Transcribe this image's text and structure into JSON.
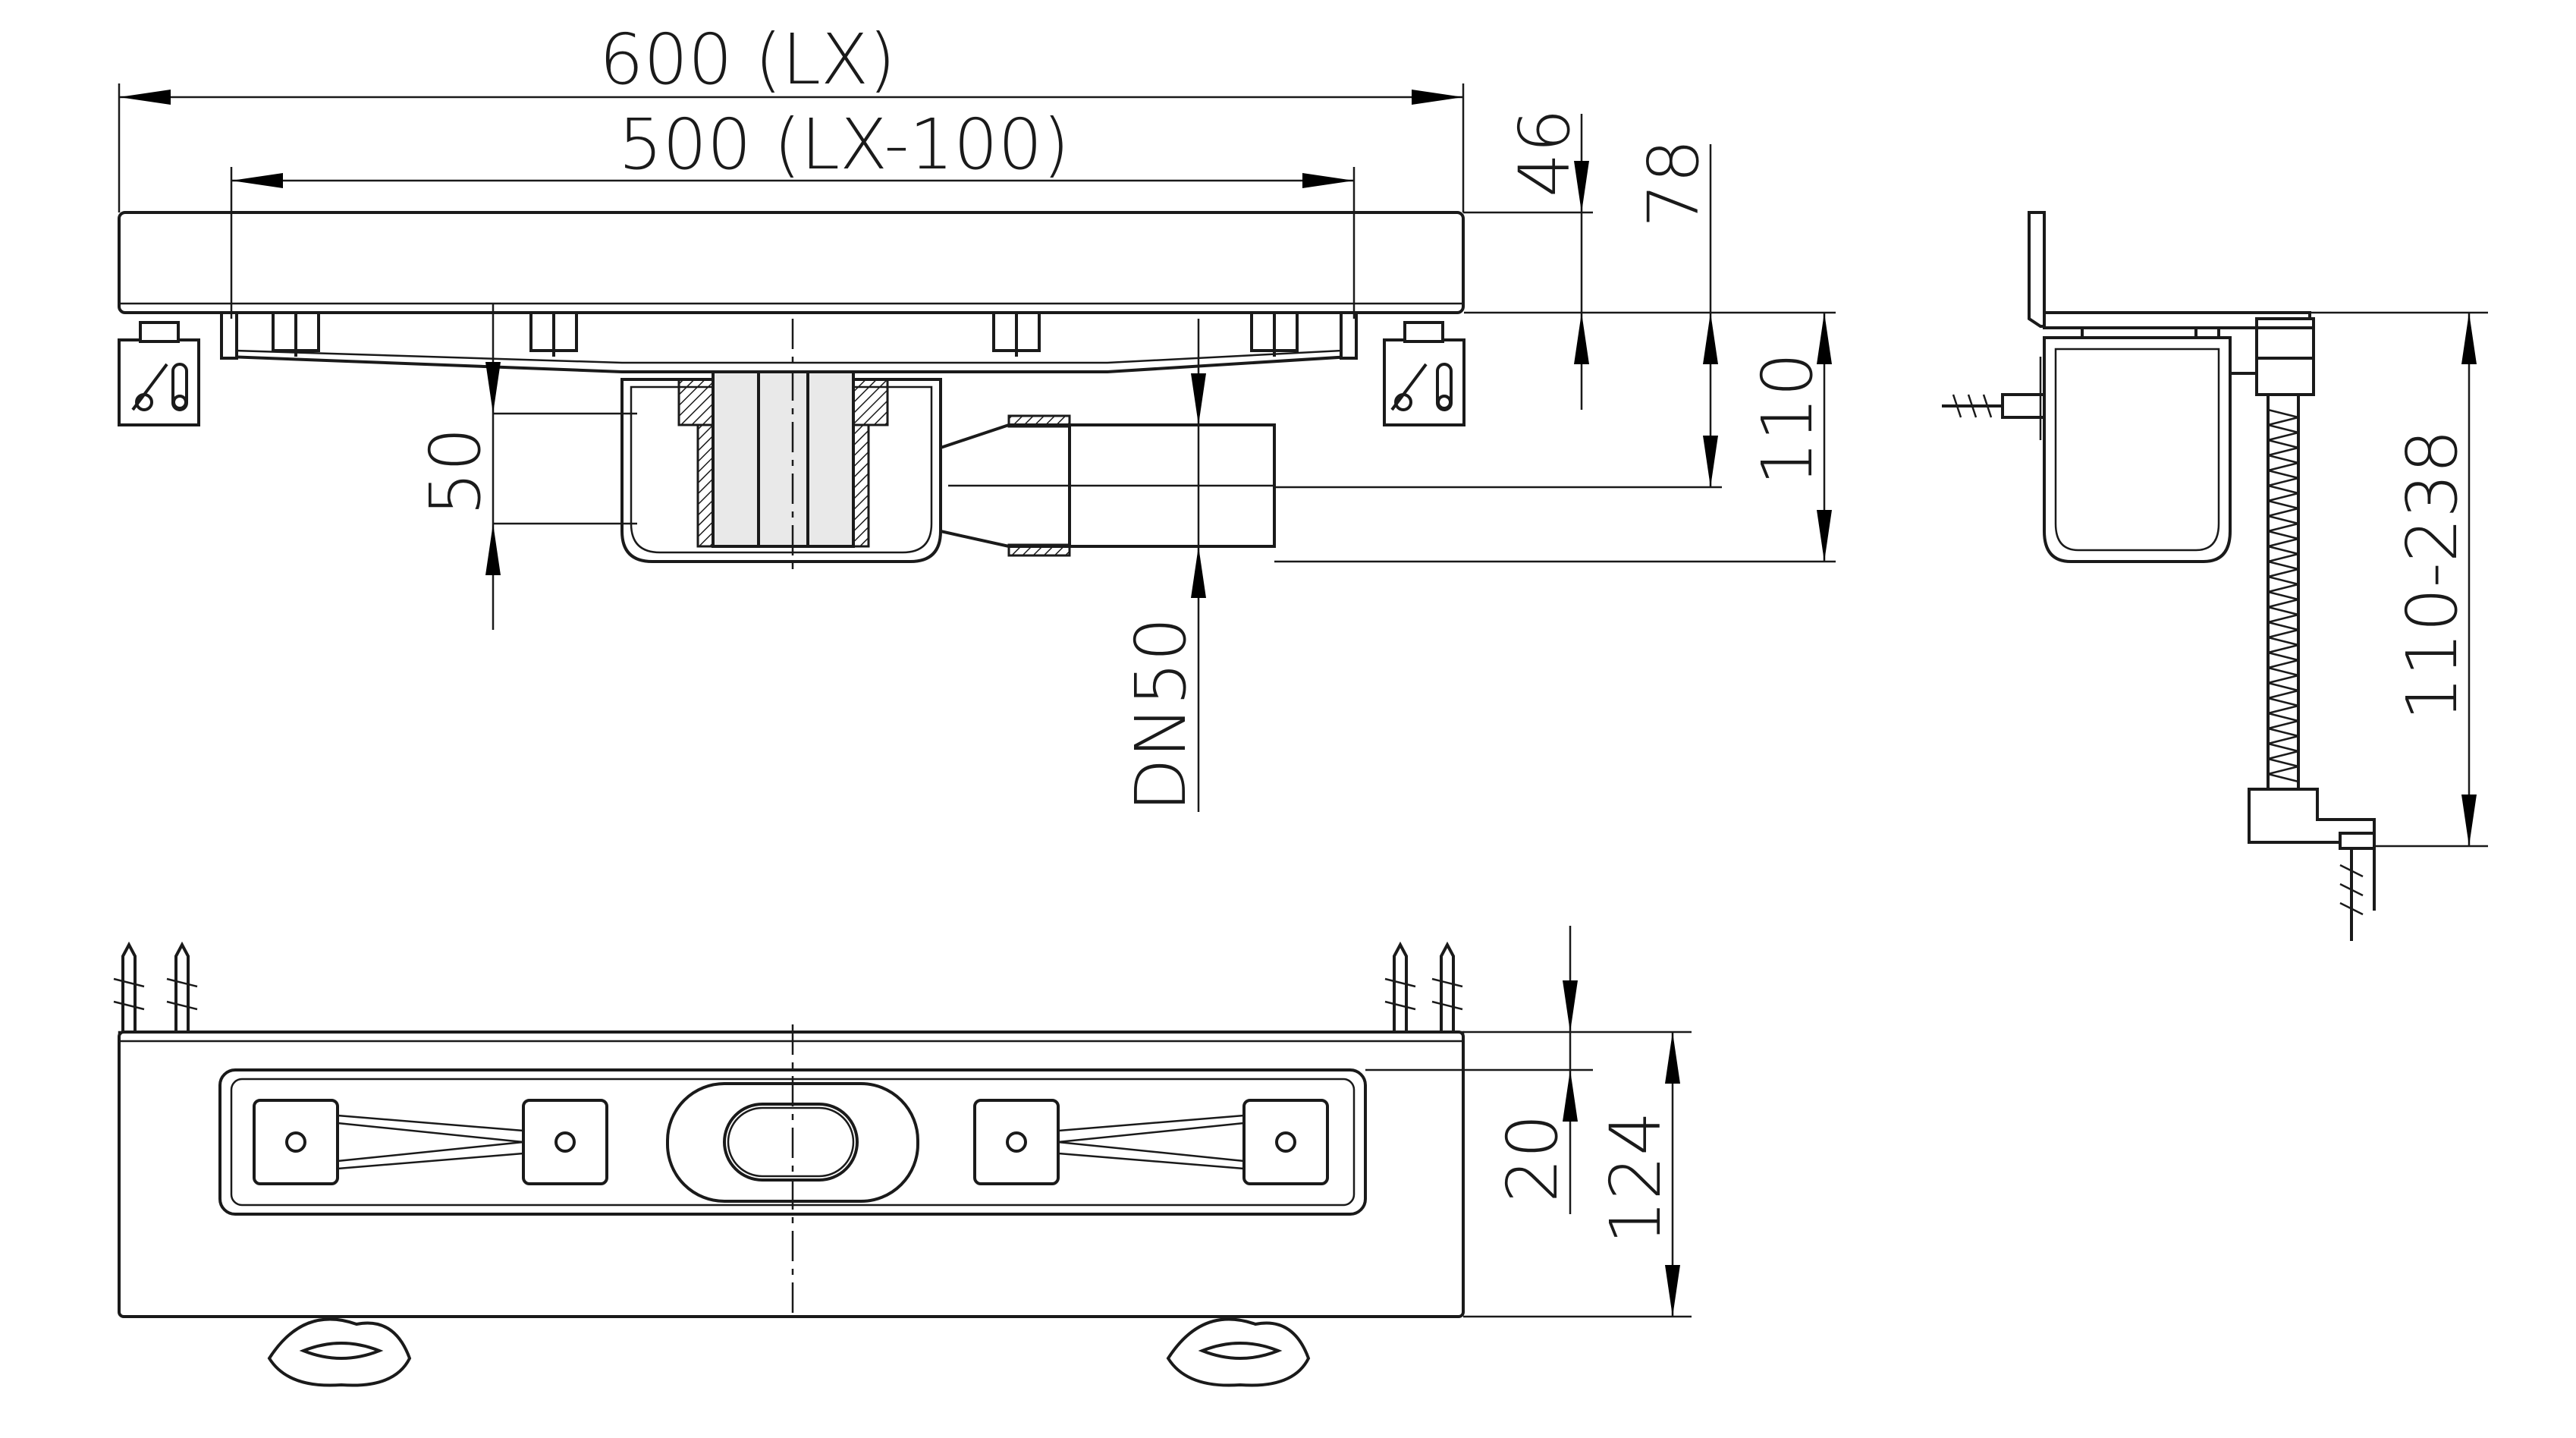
{
  "dimensions": {
    "total_length": "600 (LX)",
    "grate_length": "500 (LX-100)",
    "frame_height": "46",
    "top_to_outlet": "78",
    "outlet_offset": "50",
    "body_height": "110",
    "outlet_diameter": "DN50",
    "leg_range": "110-238",
    "top_width": "124",
    "slot_width": "20"
  }
}
